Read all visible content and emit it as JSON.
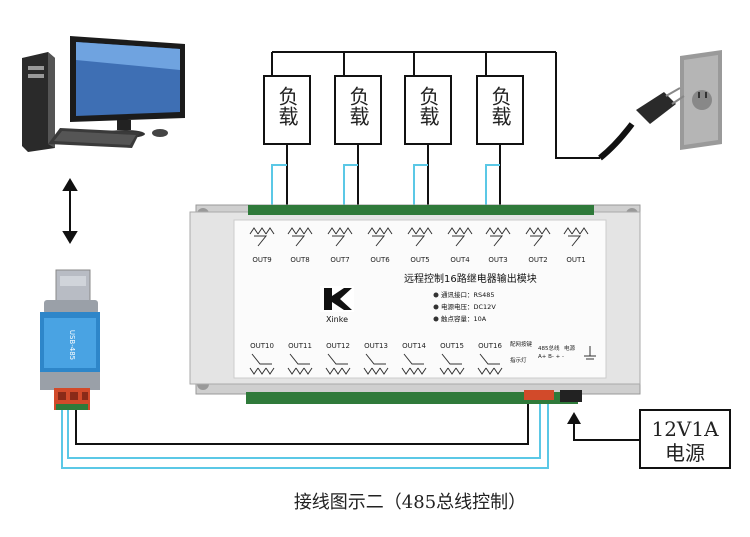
{
  "loads": [
    "负载",
    "负载",
    "负载",
    "负载"
  ],
  "power_supply": {
    "line1": "12V1A",
    "line2": "电源"
  },
  "module": {
    "title": "远程控制16路继电器输出模块",
    "brand": "Xinke",
    "specs": [
      "通讯接口：RS485",
      "电源电压：DC12V",
      "触点容量：10A"
    ],
    "top_outputs": [
      "OUT9",
      "OUT8",
      "OUT7",
      "OUT6",
      "OUT5",
      "OUT4",
      "OUT3",
      "OUT2",
      "OUT1"
    ],
    "bottom_outputs": [
      "OUT10",
      "OUT11",
      "OUT12",
      "OUT13",
      "OUT14",
      "OUT15",
      "OUT16"
    ],
    "bottom_right_labels": {
      "config": "配网按键",
      "indicator": "指示灯",
      "bus": "485总线",
      "power": "电源",
      "terminals": "A+ B- + -"
    }
  },
  "converter_label": "USB-485",
  "caption": "接线图示二（485总线控制）",
  "colors": {
    "wire_black": "#111111",
    "wire_blue": "#5bc8e6",
    "module_body": "#e4e4e4",
    "terminal_green": "#2f7a3a"
  }
}
